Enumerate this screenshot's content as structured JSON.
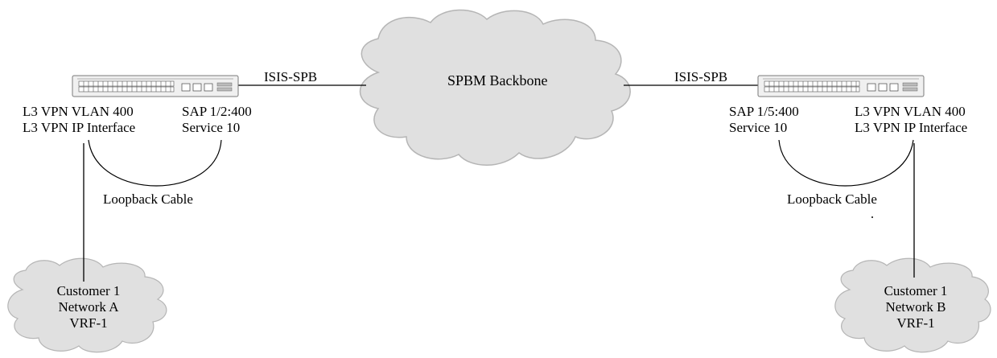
{
  "backbone": {
    "label": "SPBM Backbone",
    "fill": "#e0e0e0"
  },
  "links": {
    "left_label": "ISIS-SPB",
    "right_label": "ISIS-SPB"
  },
  "left_switch": {
    "vlan_label": "L3 VPN VLAN 400",
    "ip_label": "L3 VPN IP Interface",
    "sap_label": "SAP 1/2:400",
    "service_label": "Service 10",
    "loopback_label": "Loopback Cable"
  },
  "right_switch": {
    "sap_label": "SAP 1/5:400",
    "service_label": "Service 10",
    "vlan_label": "L3 VPN VLAN 400",
    "ip_label": "L3 VPN IP Interface",
    "loopback_label": "Loopback Cable"
  },
  "left_customer": {
    "line1": "Customer 1",
    "line2": "Network A",
    "line3": "VRF-1"
  },
  "right_customer": {
    "line1": "Customer 1",
    "line2": "Network B",
    "line3": "VRF-1"
  },
  "colors": {
    "cloud_fill": "#e0e0e0",
    "cloud_stroke": "#b5b5b5",
    "line": "#000000",
    "switch_body": "#f0f0f0"
  }
}
